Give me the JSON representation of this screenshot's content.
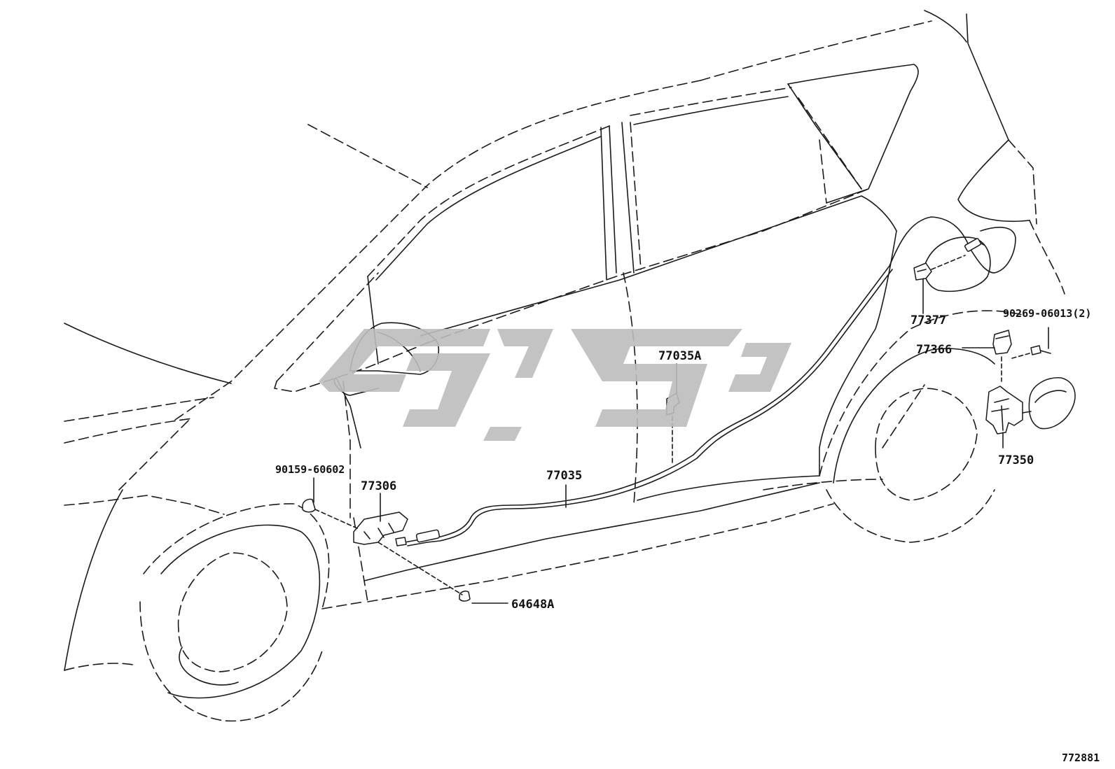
{
  "diagram_id": "772881",
  "watermark_text": "تاو پارت",
  "parts": [
    {
      "id": "p77377",
      "label": "77377"
    },
    {
      "id": "p90269",
      "label": "90269-06013(2)"
    },
    {
      "id": "p77366",
      "label": "77366"
    },
    {
      "id": "p77350",
      "label": "77350"
    },
    {
      "id": "p77035A",
      "label": "77035A"
    },
    {
      "id": "p77035",
      "label": "77035"
    },
    {
      "id": "p90159",
      "label": "90159-60602"
    },
    {
      "id": "p77306",
      "label": "77306"
    },
    {
      "id": "p64648A",
      "label": "64648A"
    }
  ],
  "colors": {
    "line": "#1a1a1a",
    "watermark": "#bdbdbd",
    "background": "#ffffff"
  }
}
